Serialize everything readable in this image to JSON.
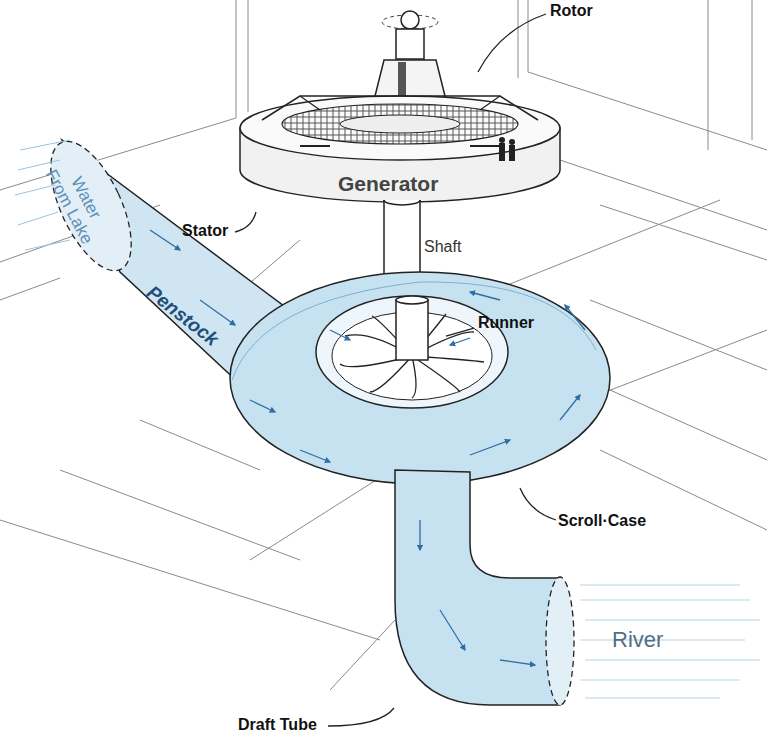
{
  "diagram": {
    "labels": [
      "Rotor",
      "Stator",
      "Generator",
      "Shaft",
      "Runner",
      "Water From Lake",
      "Penstock",
      "Scroll·Case",
      "River",
      "Draft Tube"
    ]
  }
}
